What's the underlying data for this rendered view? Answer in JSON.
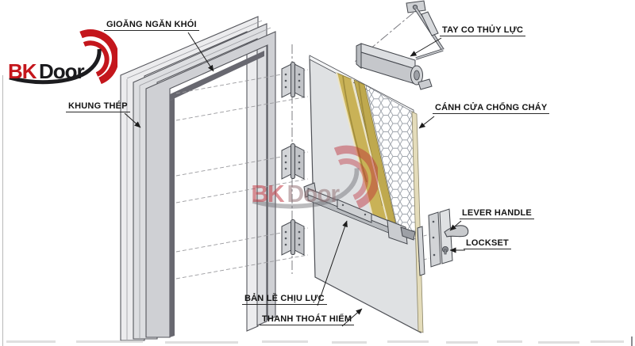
{
  "title": "BK Door fire-door exploded technical diagram",
  "logo": {
    "text_bk": "BK",
    "text_door": "Door"
  },
  "watermark": {
    "text_bk": "BK",
    "text_door": "Door"
  },
  "callouts": {
    "gasket": "GIOĂNG NGĂN KHÓI",
    "frame": "KHUNG THÉP",
    "closer": "TAY CO THỦY LỰC",
    "leaf": "CÁNH CỬA CHỐNG CHÁY",
    "handle": "LEVER HANDLE",
    "lockset": "LOCKSET",
    "hinge": "BẢN LỀ CHỊU LỰC",
    "panic_bar": "THANH THOÁT HIỂM"
  },
  "colors": {
    "brand_red": "#c4161c",
    "label_text": "#141414",
    "metal_light": "#dcdee1",
    "metal_mid": "#c5c7cb",
    "gasket_dark": "#686870",
    "insulation_yellow": "#c9b257",
    "door_edge_cream": "#e4dcba",
    "background": "#ffffff"
  }
}
